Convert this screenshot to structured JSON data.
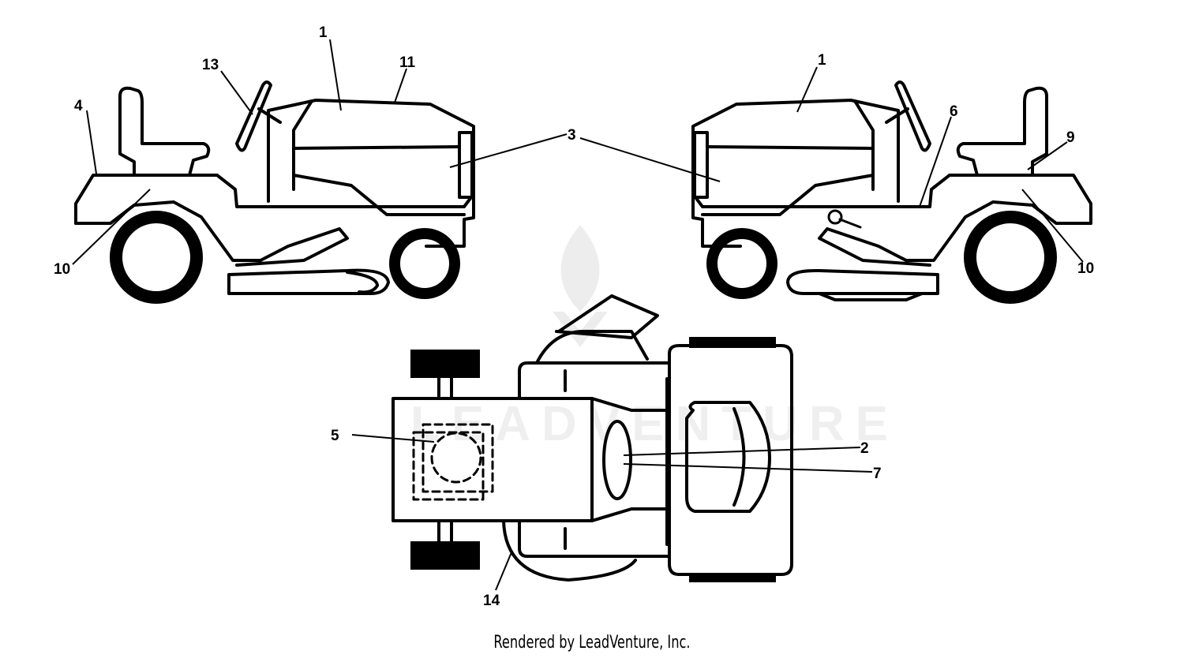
{
  "callouts": {
    "left_1": "1",
    "left_11": "11",
    "left_13": "13",
    "left_4": "4",
    "left_10": "10",
    "center_3": "3",
    "right_1": "1",
    "right_6": "6",
    "right_9": "9",
    "right_10": "10",
    "top_5": "5",
    "top_2": "2",
    "top_7": "7",
    "top_14": "14"
  },
  "watermark": {
    "text": "LEADVENTURE"
  },
  "footer": {
    "text": "Rendered by LeadVenture, Inc."
  },
  "colors": {
    "line": "#000000",
    "background": "#ffffff"
  },
  "icons": {
    "watermark_logo": "flame-chevron-logo"
  }
}
